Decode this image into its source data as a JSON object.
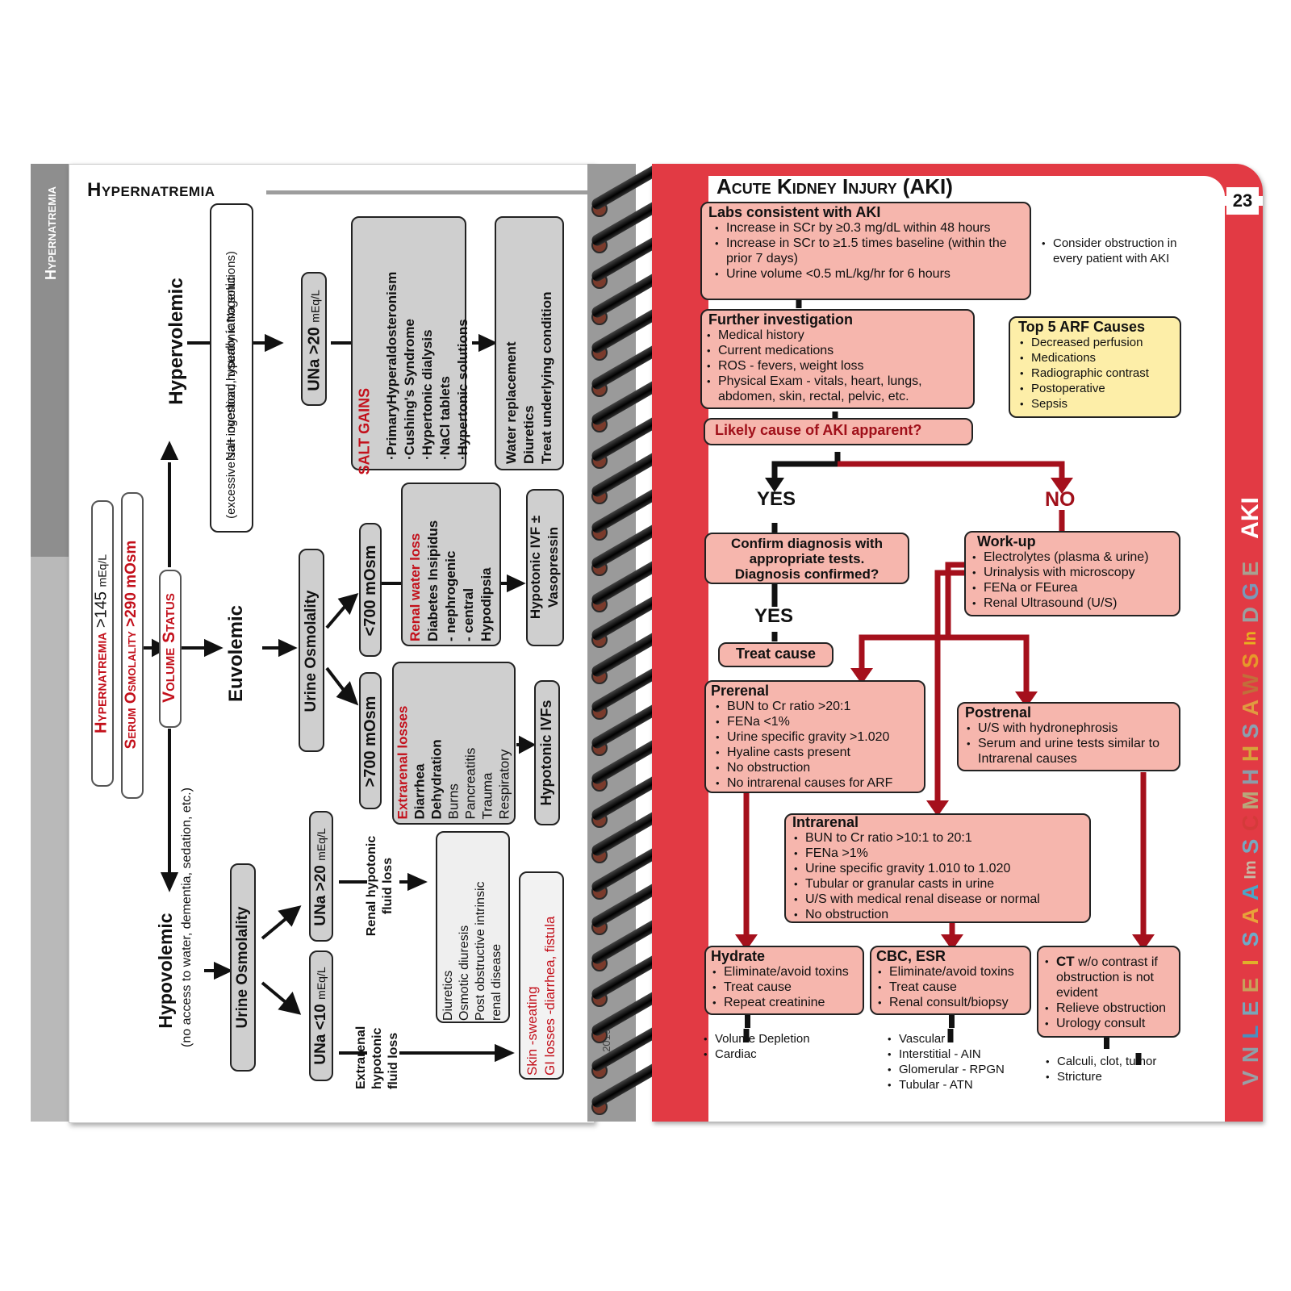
{
  "left": {
    "side_tab": "Hypernatremia",
    "title": "Hypernatremia",
    "start": {
      "line1_label": "Hypernatremia",
      "line1_value": ">145",
      "line1_unit": "mEq/L",
      "line2_label": "Serum Osmolality",
      "line2_value": ">290 mOsm",
      "volume_status": "Volume Status"
    },
    "hypervolemic": {
      "label": "Hypervolemic",
      "cause": "Na+ overload, usually iatrogenic",
      "cause_sub": "(excessive salt ingestion, hypertonic Na solutions)",
      "una_value": "UNa >20",
      "una_unit": "mEq/L",
      "salt_title": "SALT GAINS",
      "salt_items": [
        "·PrimaryHyperaldosteronism",
        "·Cushing's Syndrome",
        "·Hypertonic dialysis",
        "·NaCl tablets",
        "·Hypertonic solutions"
      ],
      "treatment": [
        "Water replacement",
        "Diuretics",
        "Treat underlying condition"
      ]
    },
    "euvolemic": {
      "label": "Euvolemic",
      "urine_osm": "Urine Osmolality",
      "lt700": "<700 mOsm",
      "gt700": ">700 mOsm",
      "renal_title": "Renal water loss",
      "renal_items": [
        "Diabetes Insipidus",
        "- nephrogenic",
        "- central",
        "Hypodipsia"
      ],
      "renal_treat": [
        "Hypotonic IVF ±",
        "Vasopressin"
      ],
      "extra_title": "Extrarenal losses",
      "extra_bold": [
        "Diarrhea",
        "Dehydration"
      ],
      "extra_items": [
        "Burns",
        "Pancreatitis",
        "Trauma",
        "Respiratory"
      ],
      "extra_treat": "Hypotonic IVFs"
    },
    "hypovolemic": {
      "label": "Hypovolemic",
      "sub": "(no access to water, dementia, sedation, etc.)",
      "urine_osm": "Urine Osmolality",
      "una_high": "UNa >20",
      "una_high_unit": "mEq/L",
      "una_low": "UNa <10",
      "una_low_unit": "mEq/L",
      "renal_label": [
        "Renal hypotonic",
        "fluid loss"
      ],
      "extra_label": [
        "Extrarenal",
        "hypotonic",
        "fluid loss"
      ],
      "renal_causes": [
        "Diuretics",
        "Osmotic diuresis",
        "Post obstructive intrinsic",
        "renal disease"
      ],
      "extra_causes": [
        "Skin -sweating",
        "GI losses -diarrhea, fistula"
      ]
    },
    "footer_fragment": "fts  2019"
  },
  "right": {
    "title": "Acute Kidney Injury (AKI)",
    "page_number": "23",
    "side_tab": "AKI",
    "labs": {
      "title": "Labs consistent with AKI",
      "items": [
        "Increase in SCr by ≥0.3 mg/dL within 48 hours",
        "Increase in SCr to ≥1.5 times baseline (within the prior 7 days)",
        "Urine volume <0.5 mL/kg/hr for 6 hours"
      ]
    },
    "obstruction_note": "Consider obstruction in every patient with AKI",
    "further": {
      "title": "Further investigation",
      "items": [
        "Medical history",
        "Current medications",
        "ROS - fevers, weight loss",
        "Physical Exam - vitals, heart, lungs, abdomen, skin, rectal, pelvic, etc."
      ]
    },
    "top5": {
      "title": "Top 5 ARF Causes",
      "items": [
        "Decreased perfusion",
        "Medications",
        "Radiographic contrast",
        "Postoperative",
        "Sepsis"
      ]
    },
    "likely": "Likely cause of AKI apparent?",
    "yes1": "YES",
    "no": "NO",
    "confirm": [
      "Confirm diagnosis with",
      "appropriate tests.",
      "Diagnosis confirmed?"
    ],
    "yes2": "YES",
    "treat": "Treat cause",
    "workup": {
      "title": "Work-up",
      "items": [
        "Electrolytes (plasma & urine)",
        "Urinalysis with microscopy",
        "FENa or FEurea",
        "Renal Ultrasound (U/S)"
      ]
    },
    "prerenal": {
      "title": "Prerenal",
      "items": [
        "BUN to Cr ratio >20:1",
        "FENa <1%",
        "Urine specific gravity >1.020",
        "Hyaline casts present",
        "No obstruction",
        "No intrarenal causes for ARF"
      ]
    },
    "postrenal": {
      "title": "Postrenal",
      "items": [
        "U/S with hydronephrosis",
        "Serum and urine tests similar to Intrarenal causes"
      ]
    },
    "intrarenal": {
      "title": "Intrarenal",
      "items": [
        "BUN to Cr ratio >10:1 to 20:1",
        "FENa >1%",
        "Urine specific gravity 1.010 to 1.020",
        "Tubular or granular casts in urine",
        "U/S with medical renal disease or normal",
        "No obstruction"
      ]
    },
    "hydrate": {
      "title": "Hydrate",
      "items": [
        "Eliminate/avoid toxins",
        "Treat cause",
        "Repeat creatinine"
      ],
      "notes": [
        "Volume Depletion",
        "Cardiac"
      ]
    },
    "cbc": {
      "title": "CBC, ESR",
      "items": [
        "Eliminate/avoid toxins",
        "Treat cause",
        "Renal consult/biopsy"
      ],
      "notes": [
        "Vascular",
        "Interstitial - AIN",
        "Glomerular - RPGN",
        "Tubular - ATN"
      ]
    },
    "ct": {
      "title_bold": "CT",
      "title_rest": " w/o contrast if obstruction is not evident",
      "items": [
        "Relieve obstruction",
        "Urology consult"
      ],
      "notes": [
        "Calculi, clot, tumor",
        "Stricture"
      ]
    },
    "index_letters": [
      {
        "t": "V",
        "c": "#9aa0a6"
      },
      {
        "t": "N",
        "c": "#8da0a8"
      },
      {
        "t": "L",
        "c": "#4a8fbf"
      },
      {
        "t": "E",
        "c": "#7aa5b8"
      },
      {
        "t": "E",
        "c": "#c8a05a"
      },
      {
        "t": "I",
        "c": "#e0b02a"
      },
      {
        "t": "S",
        "c": "#6eaac8"
      },
      {
        "t": "A",
        "c": "#e8a23a"
      },
      {
        "t": "A",
        "c": "#4aa6c8"
      },
      {
        "t": "Im",
        "c": "#c7b9a5"
      },
      {
        "t": "S",
        "c": "#76a8c0"
      },
      {
        "t": "C",
        "c": "#d43a3a"
      },
      {
        "t": "M",
        "c": "#b8a87a"
      },
      {
        "t": "H",
        "c": "#8d9ca8"
      },
      {
        "t": "H",
        "c": "#d6a33a"
      },
      {
        "t": "S",
        "c": "#8aa0b0"
      },
      {
        "t": "A",
        "c": "#e09a40"
      },
      {
        "t": "W",
        "c": "#c26e3a"
      },
      {
        "t": "S",
        "c": "#e6982a"
      },
      {
        "t": "In",
        "c": "#e8b020"
      },
      {
        "t": "D",
        "c": "#9aa0a0"
      },
      {
        "t": "G",
        "c": "#7a98b8"
      },
      {
        "t": "E",
        "c": "#a8a090"
      }
    ]
  }
}
